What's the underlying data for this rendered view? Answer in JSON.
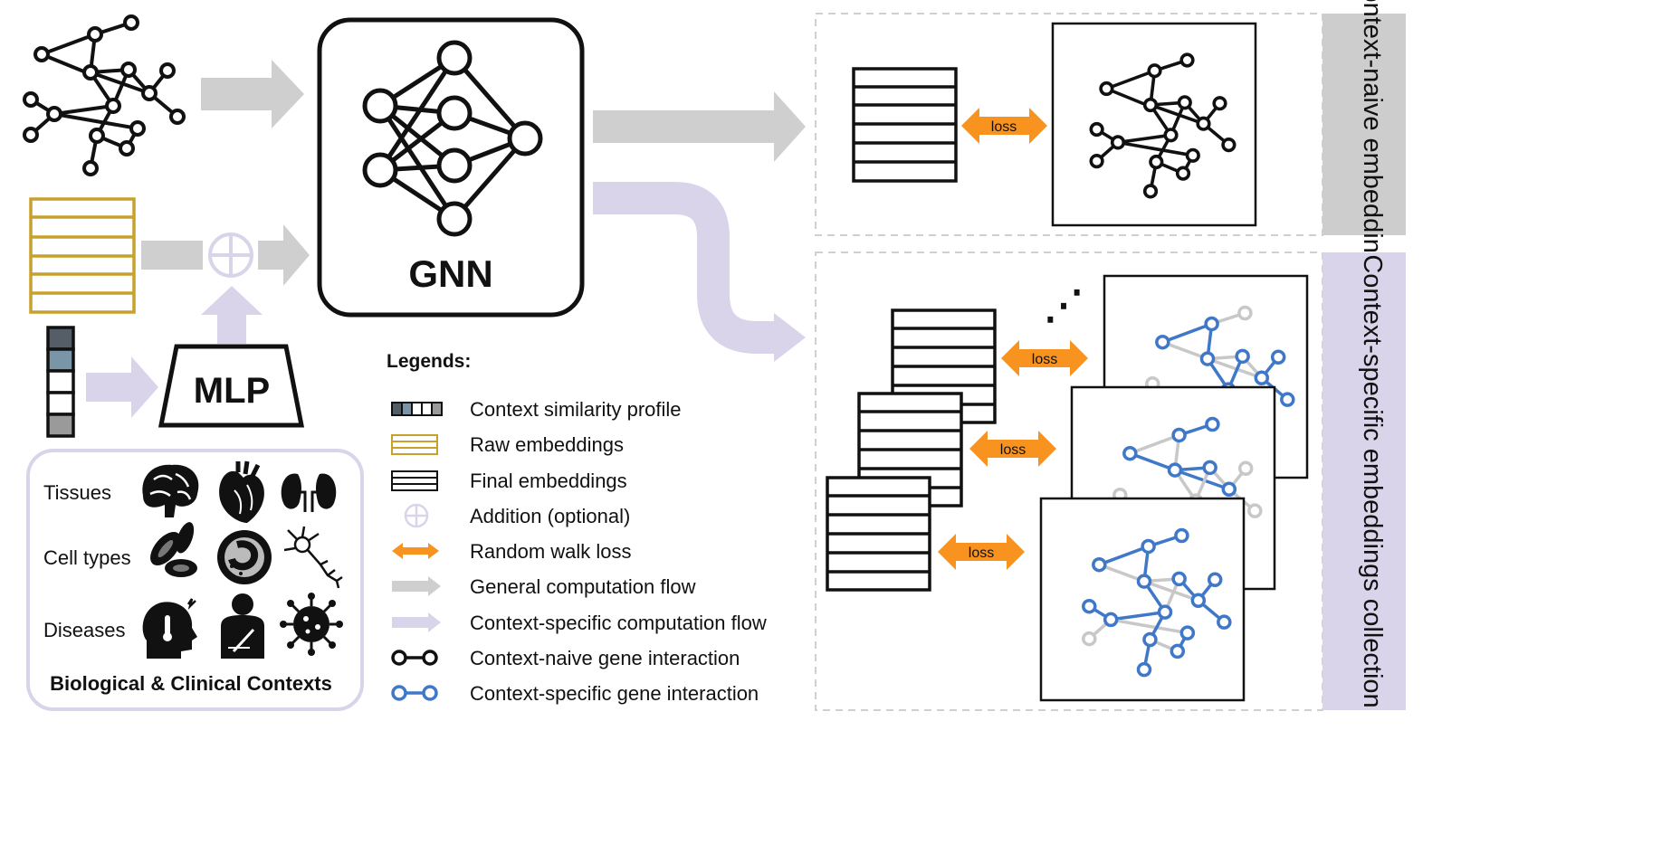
{
  "gnn_label": "GNN",
  "mlp_label": "MLP",
  "loss_label": "loss",
  "panel_naive": "Context-naive embeddings",
  "panel_specific": "Context-specific embeddings collection",
  "ellipsis": "⋰",
  "contexts": {
    "title": "Biological & Clinical Contexts",
    "rows": [
      {
        "label": "Tissues",
        "icons": [
          "brain-icon",
          "heart-icon",
          "kidneys-icon"
        ]
      },
      {
        "label": "Cell types",
        "icons": [
          "red-blood-cells-icon",
          "immune-cell-icon",
          "neuron-icon"
        ]
      },
      {
        "label": "Diseases",
        "icons": [
          "fever-head-icon",
          "injured-arm-icon",
          "virus-icon"
        ]
      }
    ]
  },
  "legend": {
    "title": "Legends:",
    "items": [
      {
        "key": "profile",
        "label": "Context similarity profile"
      },
      {
        "key": "raw",
        "label": "Raw embeddings"
      },
      {
        "key": "final",
        "label": "Final embeddings"
      },
      {
        "key": "addition",
        "label": "Addition (optional)"
      },
      {
        "key": "loss",
        "label": "Random walk loss"
      },
      {
        "key": "general",
        "label": "General computation flow"
      },
      {
        "key": "specific",
        "label": "Context-specific computation flow"
      },
      {
        "key": "naive-edge",
        "label": "Context-naive gene interaction"
      },
      {
        "key": "specific-edge",
        "label": "Context-specific gene interaction"
      }
    ]
  },
  "colors": {
    "gray_arrow": "#cfcfcf",
    "lavender": "#d9d4ea",
    "orange": "#f7931e",
    "gold": "#c8a12c",
    "blue": "#3f78c9",
    "light_gray_edge": "#c8c8c8",
    "tab_gray": "#cdcdcd",
    "tab_lavender": "#d9d4ea"
  },
  "profile_shades": [
    "#555d66",
    "#7a95a8",
    "#ffffff",
    "#ffffff",
    "#9a9a9a"
  ]
}
